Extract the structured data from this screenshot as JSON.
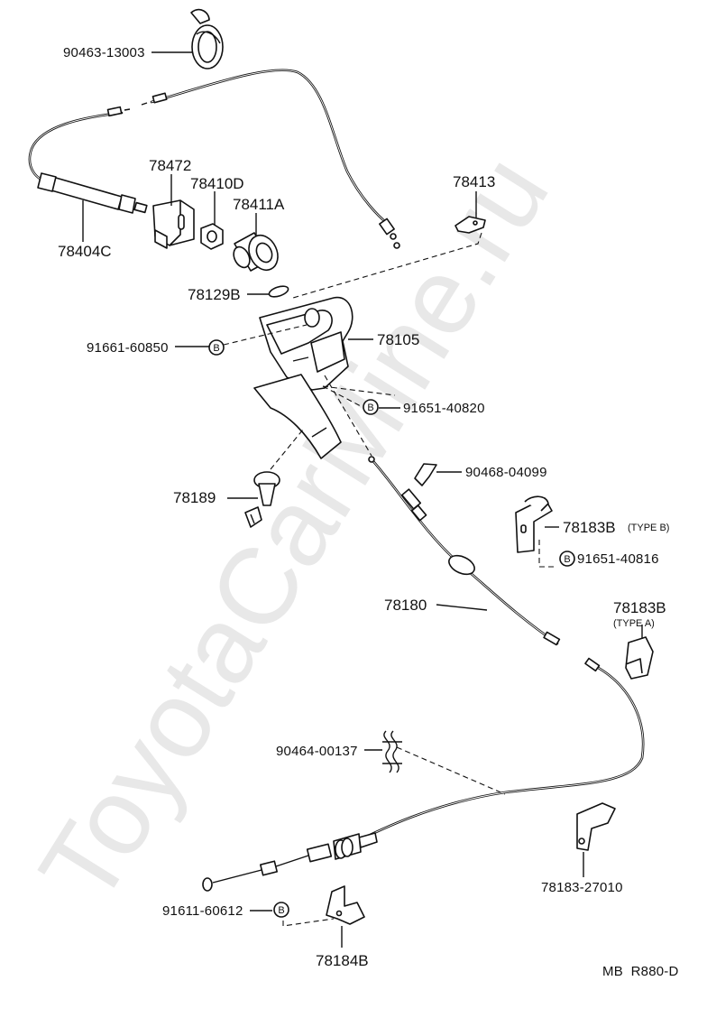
{
  "diagram": {
    "watermark": "ToyotaCarMine.ru",
    "footer_code": "MB  R880-D",
    "callouts": {
      "p90463": "90463-13003",
      "p78472": "78472",
      "p78410D": "78410D",
      "p78411A": "78411A",
      "p78404C": "78404C",
      "p78413": "78413",
      "p78129B": "78129B",
      "p91661": "91661-60850",
      "p78105": "78105",
      "p91651_40820": "91651-40820",
      "p90468": "90468-04099",
      "p78189": "78189",
      "p78183B_typeB": "78183B",
      "typeB": "(TYPE B)",
      "p91651_40816": "91651-40816",
      "p78180": "78180",
      "p78183B_typeA": "78183B",
      "typeA": "(TYPE A)",
      "p90464": "90464-00137",
      "p78183_27010": "78183-27010",
      "p91611": "91611-60612",
      "p78184B": "78184B"
    },
    "bolt_marker": "B"
  }
}
